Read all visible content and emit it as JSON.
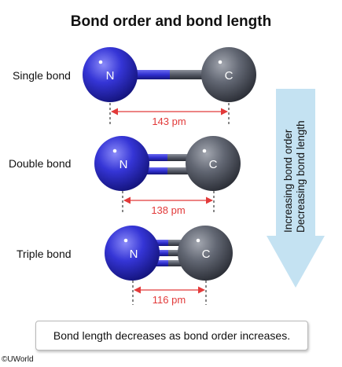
{
  "title": "Bond order and bond length",
  "rows": [
    {
      "label": "Single bond",
      "atom1": "N",
      "atom2": "C",
      "distance": "143 pm"
    },
    {
      "label": "Double bond",
      "atom1": "N",
      "atom2": "C",
      "distance": "138 pm"
    },
    {
      "label": "Triple bond",
      "atom1": "N",
      "atom2": "C",
      "distance": "116 pm"
    }
  ],
  "arrow": {
    "line1": "Increasing bond order",
    "line2": "Decreasing bond length"
  },
  "summary": "Bond length decreases as bond order increases.",
  "copyright": "©UWorld",
  "colors": {
    "nitrogen": "#2f2fd0",
    "carbon": "#5e636e",
    "distance": "#e23a3a",
    "arrow": "#c4e2f2"
  }
}
